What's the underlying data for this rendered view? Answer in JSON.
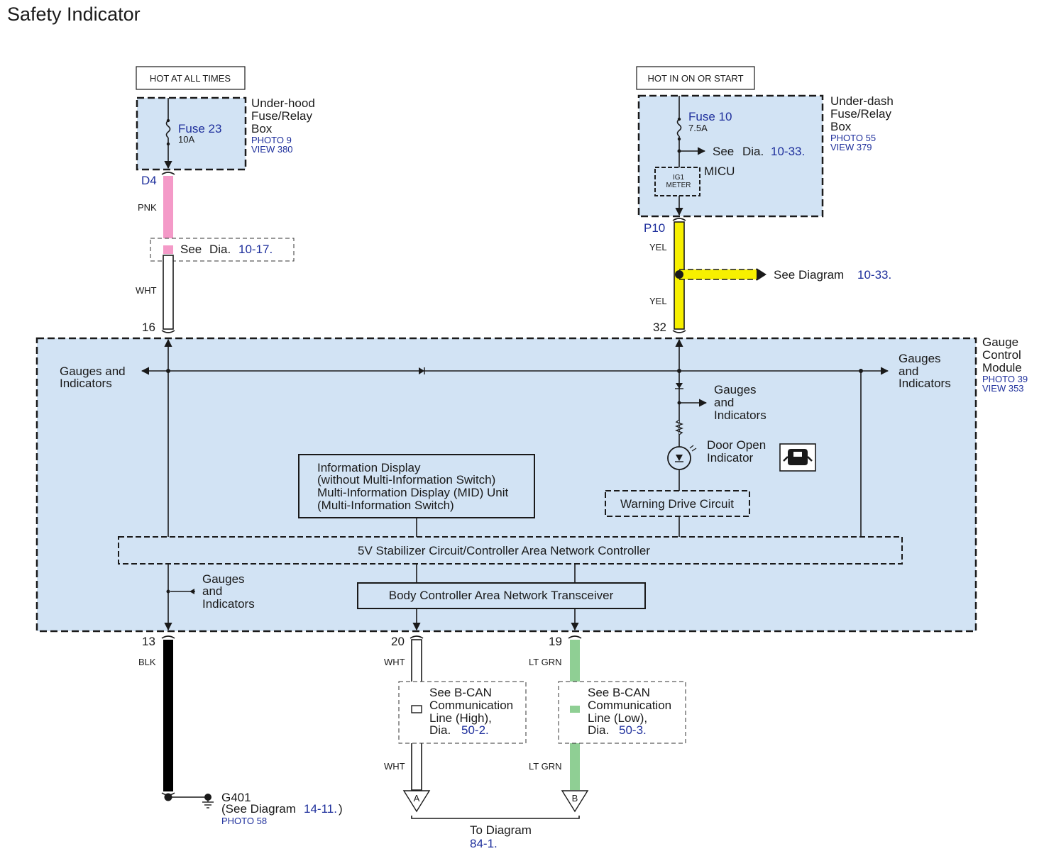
{
  "title": "Safety Indicator",
  "colors": {
    "module_fill": "#d2e3f4",
    "link_blue": "#1e2f9c",
    "wire_pnk": "#f49ac8",
    "wire_yel": "#f7f000",
    "wire_blk": "#000000",
    "wire_wht": "#ffffff",
    "wire_ltgrn": "#8fcf94"
  },
  "power": {
    "left_source": "HOT AT ALL TIMES",
    "right_source": "HOT IN ON OR START"
  },
  "underhood_box": {
    "name_line1": "Under-hood",
    "name_line2": "Fuse/Relay",
    "name_line3": "Box",
    "photo": "PHOTO 9",
    "view": "VIEW 380",
    "fuse": "Fuse 23",
    "rating": "10A",
    "connector": "D4"
  },
  "underdash_box": {
    "name_line1": "Under-dash",
    "name_line2": "Fuse/Relay",
    "name_line3": "Box",
    "photo": "PHOTO 55",
    "view": "VIEW 379",
    "fuse": "Fuse 10",
    "rating": "7.5A",
    "see_text": "See",
    "see_dia": "Dia.",
    "see_ref": "10-33.",
    "micu": "MICU",
    "ig1_line1": "IG1",
    "ig1_line2": "METER",
    "connector": "P10"
  },
  "wires": {
    "pnk": "PNK",
    "wht": "WHT",
    "see_1017_see": "See",
    "see_1017_dia": "Dia.",
    "see_1017_ref": "10-17.",
    "yel_top": "YEL",
    "yel_bottom": "YEL",
    "see_diagram": "See  Diagram",
    "see_diagram_ref": "10-33.",
    "pin16": "16",
    "pin32": "32",
    "pin13": "13",
    "pin20": "20",
    "pin19": "19",
    "blk": "BLK",
    "wht20_top": "WHT",
    "wht20_bottom": "WHT",
    "ltgrn_top": "LT GRN",
    "ltgrn_bottom": "LT GRN"
  },
  "module": {
    "name_line1": "Gauge",
    "name_line2": "Control",
    "name_line3": "Module",
    "photo": "PHOTO 39",
    "view": "VIEW 353",
    "gi_left_line1": "Gauges and",
    "gi_left_line2": "Indicators",
    "gi_right_line1": "Gauges",
    "gi_right_line2": "and",
    "gi_right_line3": "Indicators",
    "gi_mid_line1": "Gauges",
    "gi_mid_line2": "and",
    "gi_mid_line3": "Indicators",
    "gi_low_line1": "Gauges",
    "gi_low_line2": "and",
    "gi_low_line3": "Indicators",
    "door_line1": "Door Open",
    "door_line2": "Indicator",
    "info_line1": "Information Display",
    "info_line2": "(without Multi-Information Switch)",
    "info_line3": "Multi-Information Display (MID) Unit",
    "info_line4": "(Multi-Information Switch)",
    "warning": "Warning Drive Circuit",
    "stabilizer": "5V Stabilizer Circuit/Controller Area Network Controller",
    "transceiver": "Body Controller Area Network Transceiver"
  },
  "bcan_high": {
    "line1": "See B-CAN",
    "line2": "Communication",
    "line3": "Line (High),",
    "dia": "Dia.",
    "ref": "50-2."
  },
  "bcan_low": {
    "line1": "See B-CAN",
    "line2": "Communication",
    "line3": "Line (Low),",
    "dia": "Dia.",
    "ref": "50-3."
  },
  "ground": {
    "name": "G401",
    "see": "(See Diagram",
    "ref": "14-11.",
    "close": ")",
    "photo": "PHOTO 58"
  },
  "connectors": {
    "a": "A",
    "b": "B",
    "to_diagram": "To Diagram",
    "to_diagram_ref": "84-1."
  }
}
